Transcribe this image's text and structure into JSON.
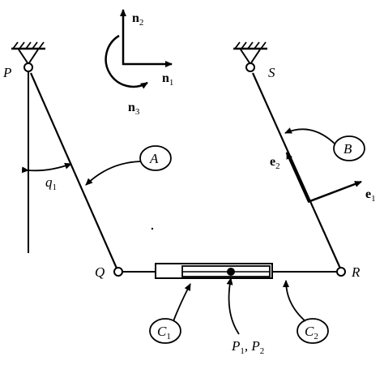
{
  "points": {
    "P": "P",
    "S": "S",
    "Q": "Q",
    "R": "R"
  },
  "angle": {
    "name": "q",
    "sub": "1"
  },
  "basis_n": {
    "n1": {
      "name": "n",
      "sub": "1"
    },
    "n2": {
      "name": "n",
      "sub": "2"
    },
    "n3": {
      "name": "n",
      "sub": "3"
    }
  },
  "basis_e": {
    "e1": {
      "name": "e",
      "sub": "1"
    },
    "e2": {
      "name": "e",
      "sub": "2"
    }
  },
  "bodies": {
    "A": "A",
    "B": "B",
    "C1": {
      "name": "C",
      "sub": "1"
    },
    "C2": {
      "name": "C",
      "sub": "2"
    }
  },
  "contact_points": {
    "p1": {
      "name": "P",
      "sub": "1"
    },
    "sep": ", ",
    "p2": {
      "name": "P",
      "sub": "2"
    }
  }
}
